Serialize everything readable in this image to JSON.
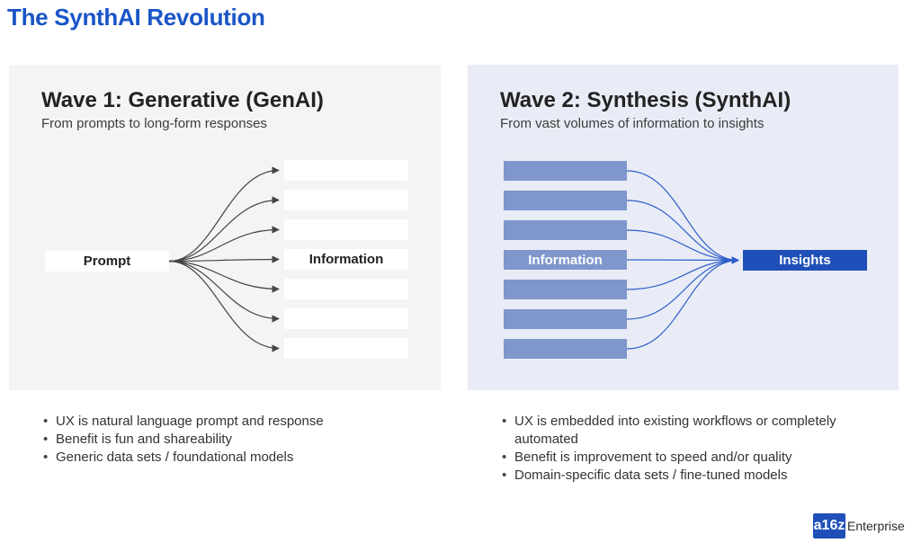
{
  "page": {
    "title": "The SynthAI Revolution"
  },
  "wave1": {
    "title": "Wave 1: Generative (GenAI)",
    "subtitle": "From prompts to long-form responses",
    "source_label": "Prompt",
    "output_label": "Information",
    "output_count": 7,
    "bullets": [
      "UX is natural language prompt and response",
      "Benefit is fun and shareability",
      "Generic data sets / foundational models"
    ]
  },
  "wave2": {
    "title": "Wave 2: Synthesis (SynthAI)",
    "subtitle": "From vast volumes of information to insights",
    "input_label": "Information",
    "input_count": 7,
    "target_label": "Insights",
    "bullets": [
      "UX is embedded into existing workflows or completely automated",
      "Benefit is improvement to speed and/or quality",
      "Domain-specific data sets / fine-tuned models"
    ]
  },
  "colors": {
    "title_blue": "#1a55c8",
    "arrow_gray": "#444444",
    "arrow_blue": "#2f5fc8",
    "info_bar": "#7f97cc",
    "insights_box": "#1f4fb8"
  },
  "logo": {
    "mark": "a16z",
    "text": "Enterprise"
  }
}
